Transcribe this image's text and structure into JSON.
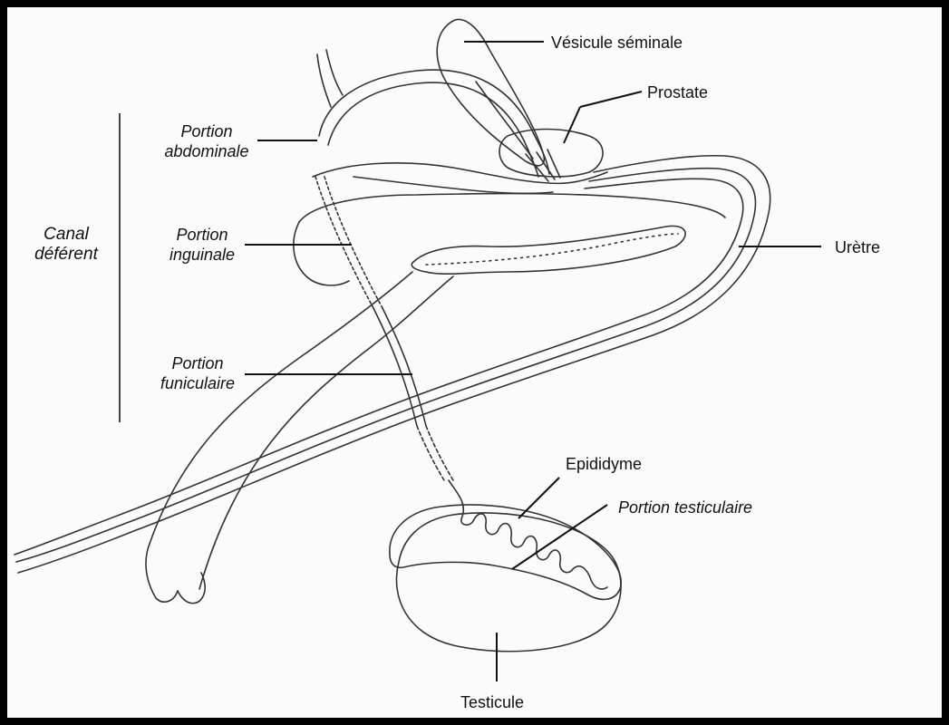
{
  "diagram": {
    "labels": {
      "vesicule": "Vésicule séminale",
      "prostate": "Prostate",
      "uretre": "Urètre",
      "epididyme": "Epididyme",
      "portion_testiculaire": "Portion testiculaire",
      "testicule": "Testicule",
      "portion_abdominale": [
        "Portion",
        "abdominale"
      ],
      "portion_inguinale": [
        "Portion",
        "inguinale"
      ],
      "portion_funiculaire": [
        "Portion",
        "funiculaire"
      ],
      "canal_deferent": [
        "Canal",
        "déférent"
      ]
    }
  }
}
